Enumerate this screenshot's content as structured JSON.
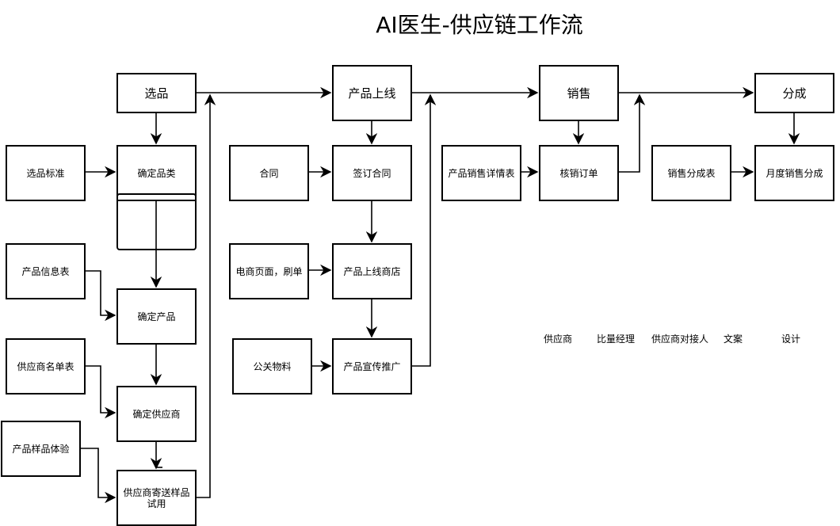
{
  "title": "AI医生-供应链工作流",
  "nodes": {
    "xuanpin": "选品",
    "chanpin_shangxian": "产品上线",
    "xiaoshou": "销售",
    "fencheng": "分成",
    "xuanpin_biaozhun": "选品标准",
    "queding_pinlei": "确定品类",
    "hetong": "合同",
    "qianding_hetong": "签订合同",
    "chanpin_xiaoshou_xiangqing": "产品销售详情表",
    "hexiao_dingdan": "核销订单",
    "xiaoshou_fencheng_biao": "销售分成表",
    "yuedu_xiaoshou_fencheng": "月度销售分成",
    "chanpin_xinxi_biao": "产品信息表",
    "queding_chanpin": "确定产品",
    "dianshang_yemian": "电商页面，刷单",
    "chanpin_shangxian_shangdian": "产品上线商店",
    "gongyingshang_mingdan": "供应商名单表",
    "queding_gongyingshang": "确定供应商",
    "gongguan_wuliao": "公关物料",
    "chanpin_xuanchuan": "产品宣传推广",
    "chanpin_yangpin_tiyan": "产品样品体验",
    "gongyingshang_jisong": "供应商寄送样品试用",
    "empty_box": ""
  },
  "roles": [
    "供应商",
    "比量经理",
    "供应商对接人",
    "文案",
    "设计"
  ]
}
